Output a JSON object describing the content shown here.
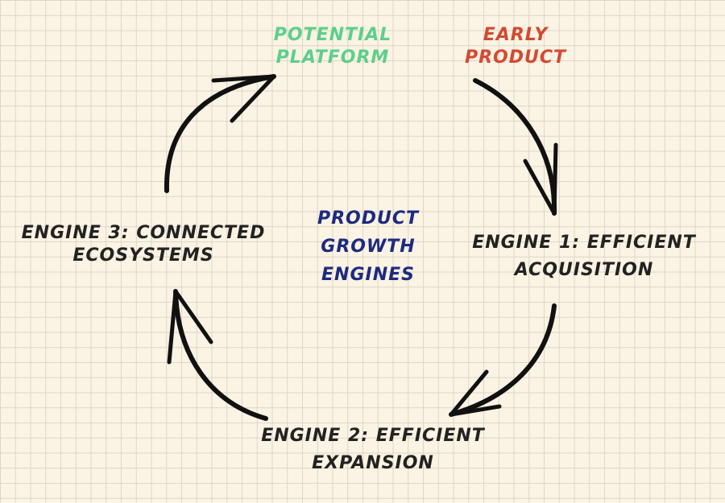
{
  "labels": {
    "potential_platform": [
      "POTENTIAL",
      "PLATFORM"
    ],
    "early_product": [
      "EARLY",
      "PRODUCT"
    ],
    "center": [
      "PRODUCT",
      "GROWTH",
      "ENGINES"
    ],
    "engine1": [
      "ENGINE 1: EFFICIENT",
      "ACQUISITION"
    ],
    "engine2": [
      "ENGINE 2: EFFICIENT",
      "EXPANSION"
    ],
    "engine3": [
      "ENGINE 3: CONNECTED",
      "ECOSYSTEMS"
    ]
  },
  "colors": {
    "background": "#fbf3e3",
    "grid": "#ddd5c6",
    "potential_platform": "#5ccf8c",
    "early_product": "#d24a33",
    "center": "#1d2a80",
    "engine_text": "#222222",
    "arrow": "#111111"
  }
}
